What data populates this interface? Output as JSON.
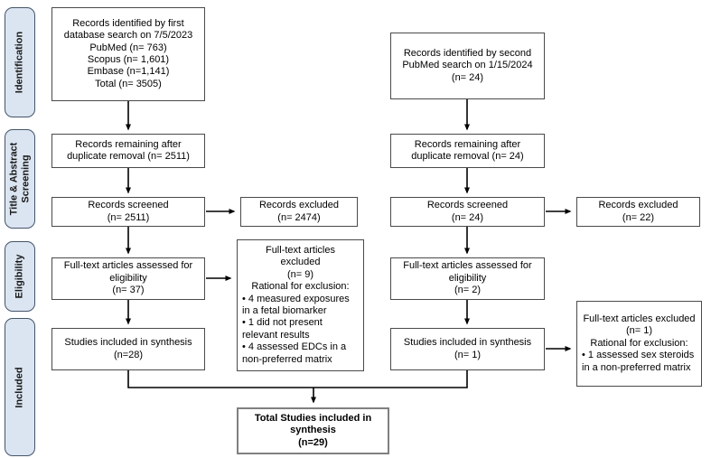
{
  "diagram": {
    "sidebar": [
      {
        "label": "Identification"
      },
      {
        "label": "Title & Abstract\nScreening"
      },
      {
        "label": "Eligibility"
      },
      {
        "label": "Included"
      }
    ],
    "first_search": {
      "identified": "Records identified by first\ndatabase search on 7/5/2023\nPubMed (n= 763)\nScopus (n= 1,601)\nEmbase (n=1,141)\nTotal (n= 3505)",
      "remaining": "Records remaining after\nduplicate removal (n= 2511)",
      "screened": "Records screened\n(n= 2511)",
      "records_excluded": "Records excluded\n(n= 2474)",
      "fulltext_assessed": "Full-text articles assessed for\neligibility\n(n= 37)",
      "fulltext_excluded_header": "Full-text articles\nexcluded\n(n= 9)\nRational for exclusion:",
      "fulltext_excluded_bullets": "• 4 measured exposures in a fetal biomarker\n• 1 did not present relevant results\n• 4 assessed EDCs in a non-preferred matrix",
      "included": "Studies included in synthesis\n(n=28)"
    },
    "second_search": {
      "identified": "Records identified by second\nPubMed search on 1/15/2024\n(n= 24)",
      "remaining": "Records remaining after\nduplicate removal (n= 24)",
      "screened": "Records screened\n(n= 24)",
      "records_excluded": "Records excluded\n(n= 22)",
      "fulltext_assessed": "Full-text articles assessed for\neligibility\n(n= 2)",
      "fulltext_excluded_header": "Full-text articles excluded\n(n= 1)\nRational for exclusion:",
      "fulltext_excluded_bullets": "• 1 assessed sex steroids in a non-preferred matrix",
      "included": "Studies included in synthesis\n(n= 1)"
    },
    "total": "Total Studies included in\nsynthesis\n(n=29)",
    "colors": {
      "sidebar_fill": "#dbe5f1",
      "sidebar_border": "#44546a",
      "box_border": "#4a4a4a",
      "total_border": "#808080",
      "arrow": "#000000"
    }
  }
}
